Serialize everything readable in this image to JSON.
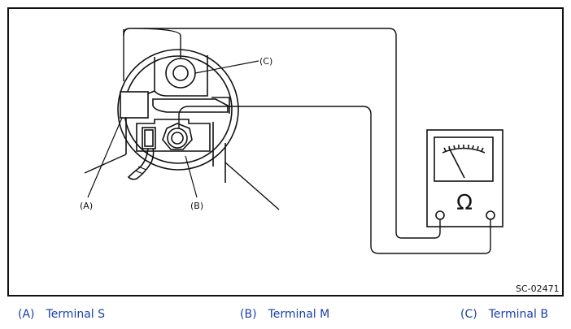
{
  "diagram": {
    "callouts": {
      "a": "(A)",
      "b": "(B)",
      "c": "(C)"
    },
    "meter_symbol": "Ω",
    "figure_id": "SC-02471"
  },
  "legend": [
    {
      "letter": "(A)",
      "label": "Terminal S"
    },
    {
      "letter": "(B)",
      "label": "Terminal M"
    },
    {
      "letter": "(C)",
      "label": "Terminal B"
    }
  ],
  "colors": {
    "legend_text": "#1a3fa8",
    "line": "#111111"
  }
}
